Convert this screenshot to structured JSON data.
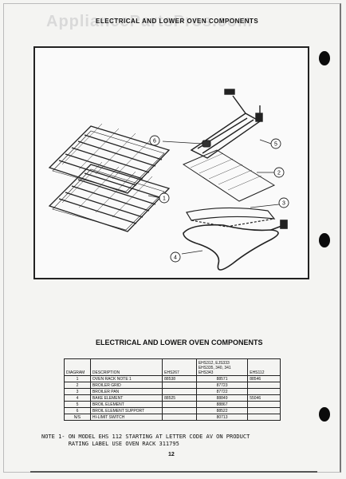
{
  "watermark": "AppliancePartsPros.com",
  "top_heading": "ELECTRICAL AND LOWER OVEN COMPONENTS",
  "diagram": {
    "callouts": [
      "1",
      "2",
      "3",
      "4",
      "5",
      "6"
    ]
  },
  "section_title": "ELECTRICAL AND LOWER OVEN COMPONENTS",
  "table": {
    "headers": {
      "diagram": "DIAGRAM",
      "description": "DESCRIPTION",
      "col1": "EHS267",
      "col2": "EHS312, EJS333 EHS335, 340, 341 EHS343",
      "col3": "EHS112"
    },
    "rows": [
      {
        "diagram": "1",
        "description": "OVEN RACK  NOTE 1",
        "col1": "88538",
        "col2": "88571",
        "col3": "88546"
      },
      {
        "diagram": "2",
        "description": "BROILER GRID",
        "col1": "",
        "col2": "87723",
        "col3": ""
      },
      {
        "diagram": "3",
        "description": "BROILER PAN",
        "col1": "",
        "col2": "87722",
        "col3": ""
      },
      {
        "diagram": "4",
        "description": "BAKE ELEMENT",
        "col1": "88525",
        "col2": "88849",
        "col3": "55046"
      },
      {
        "diagram": "5",
        "description": "BROIL ELEMENT",
        "col1": "",
        "col2": "88867",
        "col3": ""
      },
      {
        "diagram": "6",
        "description": "BROIL ELEMENT SUPPORT",
        "col1": "",
        "col2": "88522",
        "col3": ""
      },
      {
        "diagram": "N/S",
        "description": "HI-LIMIT SWITCH",
        "col1": "",
        "col2": "80713",
        "col3": ""
      }
    ]
  },
  "note_line1": "NOTE 1- ON MODEL EHS 112 STARTING AT LETTER CODE AV ON PRODUCT",
  "note_line2": "        RATING LABEL USE OVEN RACK 311795",
  "page_number": "12"
}
